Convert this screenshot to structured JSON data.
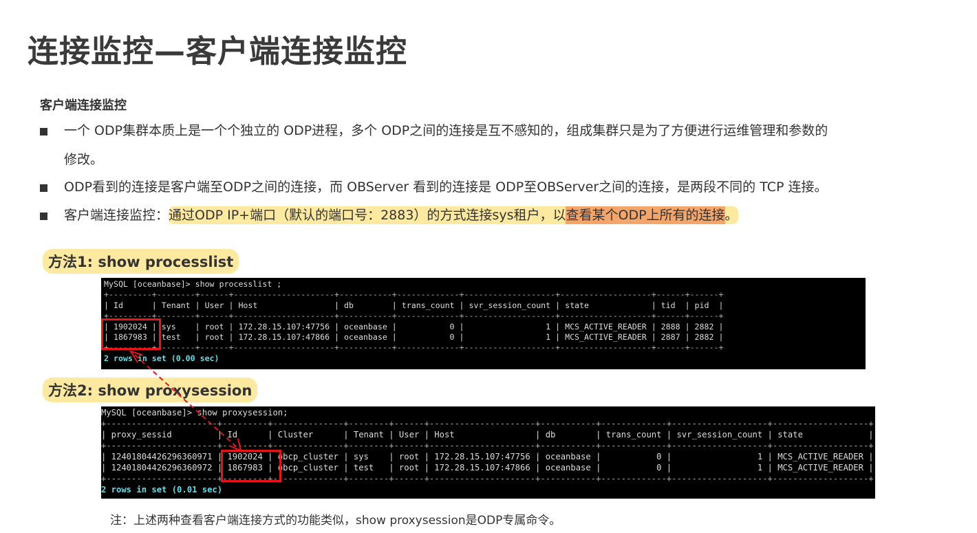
{
  "title": "连接监控—客户端连接监控",
  "subtitle": "客户端连接监控",
  "bullets": [
    {
      "line1": "一个  ODP集群本质上是一个个独立的  ODP进程，多个  ODP之间的连接是互不感知的，组成集群只是为了方便进行运维管理和参数的",
      "line2": "修改。"
    },
    {
      "text": "ODP看到的连接是客户端至ODP之间的连接，而 OBServer 看到的连接是 ODP至OBServer之间的连接，是两段不同的 TCP 连接。"
    },
    {
      "prefix": "客户端连接监控：",
      "highlight": "通过ODP IP+端口（默认的端口号：2883）的方式连接sys租户，以",
      "emphasis": "查看某个ODP上所有的连接",
      "suffix": "。"
    }
  ],
  "method1": "方法1: show processlist",
  "method2": "方法2: show proxysession",
  "terminal1": [
    "MySQL [oceanbase]> show processlist ;",
    "+---------+--------+------+---------------------+-----------+-------------+-------------------+-------------------+------+------+",
    "| Id      | Tenant | User | Host                | db        | trans_count | svr_session_count | state             | tid  | pid  |",
    "+---------+--------+------+---------------------+-----------+-------------+-------------------+-------------------+------+------+",
    "| 1902024 | sys    | root | 172.28.15.107:47756 | oceanbase |           0 |                 1 | MCS_ACTIVE_READER | 2888 | 2882 |",
    "| 1867983 | test   | root | 172.28.15.107:47866 | oceanbase |           0 |                 1 | MCS_ACTIVE_READER | 2887 | 2882 |",
    "+---------+--------+------+---------------------+-----------+-------------+-------------------+-------------------+------+------+",
    "2 rows in set (0.00 sec)"
  ],
  "terminal2": [
    "MySQL [oceanbase]> show proxysession;",
    "+----------------------+---------+--------------+--------+------+---------------------+-----------+-------------+-------------------+-------------------+",
    "| proxy_sessid         | Id      | Cluster      | Tenant | User | Host                | db        | trans_count | svr_session_count | state             |",
    "+----------------------+---------+--------------+--------+------+---------------------+-----------+-------------+-------------------+-------------------+",
    "| 12401804426296360971 | 1902024 | obcp_cluster | sys    | root | 172.28.15.107:47756 | oceanbase |           0 |                 1 | MCS_ACTIVE_READER |",
    "| 12401804426296360972 | 1867983 | obcp_cluster | test   | root | 172.28.15.107:47866 | oceanbase |           0 |                 1 | MCS_ACTIVE_READER |",
    "+----------------------+---------+--------------+--------+------+---------------------+-----------+-------------+-------------------+-------------------+",
    "2 rows in set (0.01 sec)"
  ],
  "footnote": "注：上述两种查看客户端连接方式的功能类似，show proxysession是ODP专属命令。",
  "colors": {
    "highlight": "#fdeaa0",
    "emphasis": "#f4a66a",
    "annotation": "#e8141a",
    "terminal_bg": "#000000"
  }
}
